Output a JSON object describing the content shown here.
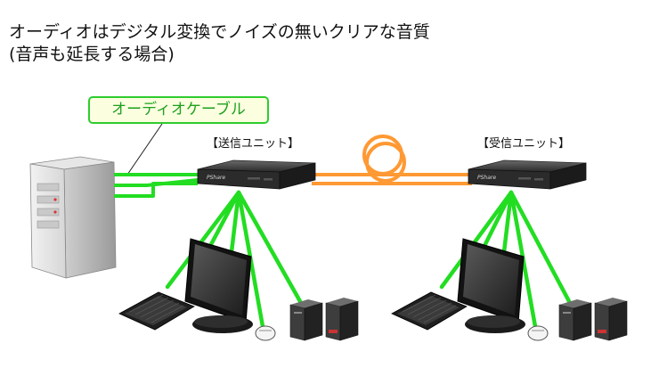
{
  "title": {
    "line1": "オーディオはデジタル変換でノイズの無いクリアな音質",
    "line2": "(音声も延長する場合)"
  },
  "cable_label": "オーディオケーブル",
  "transmitter": {
    "label": "【送信ユニット】",
    "brand": "PShare"
  },
  "receiver": {
    "label": "【受信ユニット】",
    "brand": "PShare"
  },
  "colors": {
    "audio_cable": "#22dd22",
    "kvm_cable": "#22dd22",
    "link_cable": "#ff9933",
    "label_border": "#2ecc2e",
    "label_text": "#1ea01e"
  }
}
